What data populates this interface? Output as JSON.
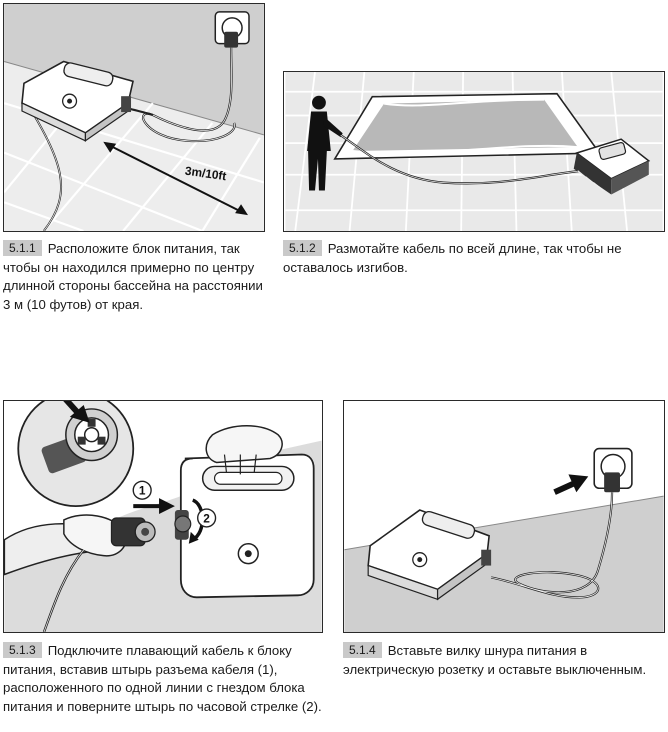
{
  "steps": [
    {
      "number": "5.1.1",
      "text": "Расположите блок питания, так чтобы он находился примерно по центру длинной стороны бассейна на расстоянии 3 м (10 футов) от края.",
      "distance_label": "3m/10ft"
    },
    {
      "number": "5.1.2",
      "text": "Размотайте кабель по всей длине, так чтобы не оставалось изгибов."
    },
    {
      "number": "5.1.3",
      "text": "Подключите плавающий кабель к блоку питания, вставив штырь разъема кабеля (1), расположенного по одной линии с гнездом блока питания и поверните штырь по часовой стрелке (2).",
      "marker_1": "1",
      "marker_2": "2"
    },
    {
      "number": "5.1.4",
      "text": "Вставьте вилку шнура питания в электрическую розетку и оставьте выключенным."
    }
  ],
  "colors": {
    "ground": "#ededed",
    "wall": "#d2d2d2",
    "step_badge": "#c9c9c9",
    "line": "#1a1a1a"
  }
}
